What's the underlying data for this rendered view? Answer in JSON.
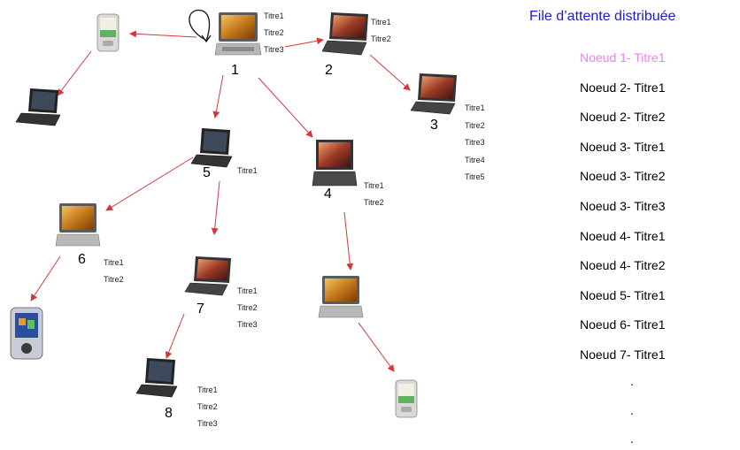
{
  "queue": {
    "title": "File d’attente distribuée",
    "items": [
      "Noeud 1- Titre1",
      "Noeud 2- Titre1",
      "Noeud 2- Titre2",
      "Noeud 3- Titre1",
      "Noeud 3- Titre2",
      "Noeud 3- Titre3",
      "Noeud 4- Titre1",
      "Noeud 4- Titre2",
      "Noeud 5- Titre1",
      "Noeud 6- Titre1",
      "Noeud 7- Titre1"
    ],
    "highlight_color": "#ee82ee",
    "title_color": "#1a1ad6",
    "continuation": "."
  },
  "nodes": {
    "n1": {
      "label": "1",
      "titles": [
        "Titre1",
        "Titre2",
        "Titre3"
      ]
    },
    "n2": {
      "label": "2",
      "titles": [
        "Titre1",
        "Titre2"
      ]
    },
    "n3": {
      "label": "3",
      "titles": [
        "Titre1",
        "Titre2",
        "Titre3",
        "Titre4",
        "Titre5"
      ]
    },
    "n4": {
      "label": "4",
      "titles": [
        "Titre1",
        "Titre2"
      ]
    },
    "n5": {
      "label": "5",
      "titles": [
        "Titre1"
      ]
    },
    "n6": {
      "label": "6",
      "titles": [
        "Titre1",
        "Titre2"
      ]
    },
    "n7": {
      "label": "7",
      "titles": [
        "Titre1",
        "Titre2",
        "Titre3"
      ]
    },
    "n8": {
      "label": "8",
      "titles": [
        "Titre1",
        "Titre2",
        "Titre3"
      ]
    }
  },
  "arrow_color": "#d23a3a"
}
